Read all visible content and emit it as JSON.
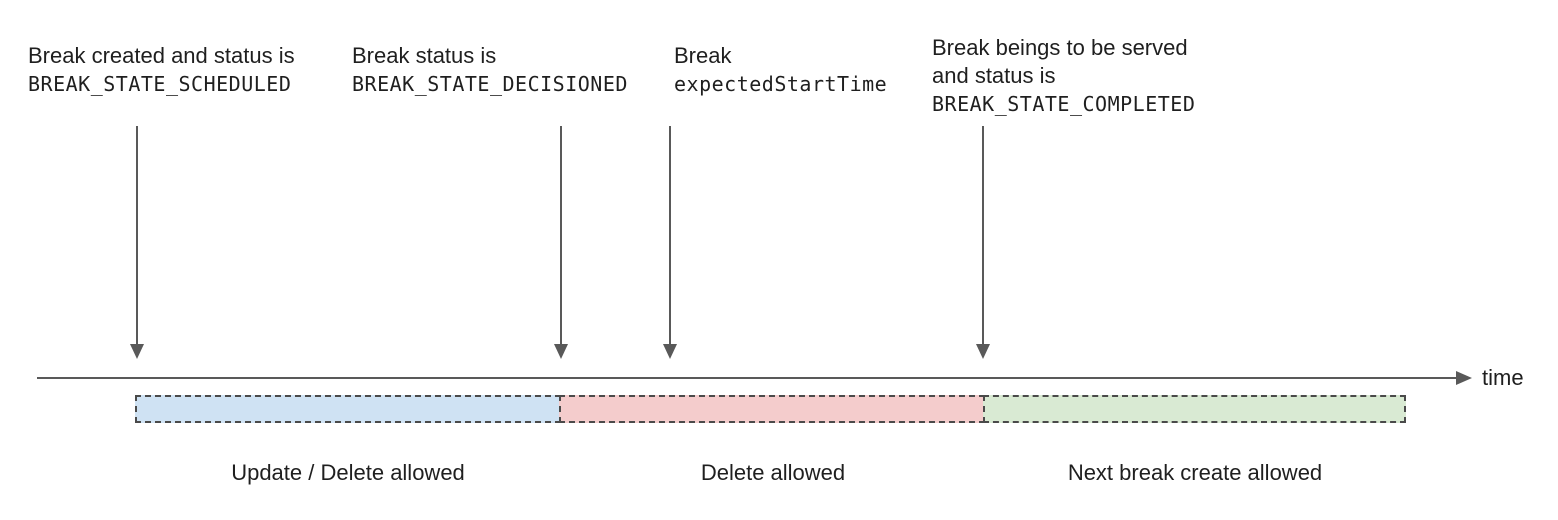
{
  "diagram": {
    "name": "break-lifecycle-timeline",
    "annotations": [
      {
        "lines": [
          {
            "text": "Break created and status is",
            "font": "sans"
          },
          {
            "text": "BREAK_STATE_SCHEDULED",
            "font": "mono"
          }
        ]
      },
      {
        "lines": [
          {
            "text": "Break status is",
            "font": "sans"
          },
          {
            "text": "BREAK_STATE_DECISIONED",
            "font": "mono"
          }
        ]
      },
      {
        "lines": [
          {
            "text": "Break",
            "font": "sans"
          },
          {
            "text": "expectedStartTime",
            "font": "mono"
          }
        ]
      },
      {
        "lines": [
          {
            "text": "Break beings to be served",
            "font": "sans"
          },
          {
            "text": "and status is",
            "font": "sans"
          },
          {
            "text": "BREAK_STATE_COMPLETED",
            "font": "mono"
          }
        ]
      }
    ],
    "axis": {
      "label": "time"
    },
    "segments": [
      {
        "label": "Update / Delete allowed",
        "color": "#cfe2f3"
      },
      {
        "label": "Delete allowed",
        "color": "#f4cccc"
      },
      {
        "label": "Next break create allowed",
        "color": "#d9ead3"
      }
    ],
    "colors": {
      "arrow": "#595959",
      "text": "#1f1f1f",
      "segment_border": "#4a4a4a"
    }
  }
}
